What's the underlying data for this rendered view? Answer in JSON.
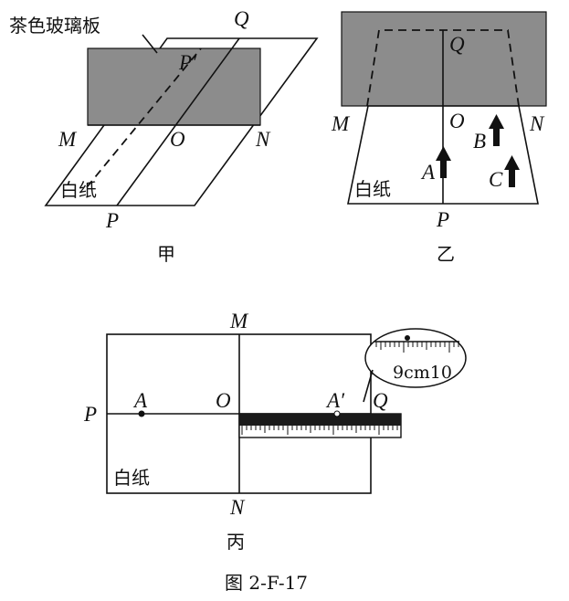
{
  "figure_jia": {
    "glass_label": "茶色玻璃板",
    "label_Q": "Q",
    "label_P_prime": "P′",
    "label_M": "M",
    "label_O": "O",
    "label_N": "N",
    "paper_label": "白纸",
    "label_P": "P",
    "caption": "甲"
  },
  "figure_yi": {
    "label_Q": "Q",
    "label_M": "M",
    "label_O": "O",
    "label_N": "N",
    "label_A": "A",
    "label_B": "B",
    "label_C": "C",
    "paper_label": "白纸",
    "label_P": "P",
    "caption": "乙"
  },
  "figure_bing": {
    "label_M": "M",
    "label_P": "P",
    "label_A": "A",
    "label_O": "O",
    "label_A_prime": "A′",
    "label_Q": "Q",
    "magnifier_reading": "9cm10",
    "paper_label": "白纸",
    "label_N": "N",
    "caption": "丙"
  },
  "figure_caption": "图 2-F-17",
  "colors": {
    "glass": "#8c8c8c",
    "ink": "#111111",
    "ruler": "#1a1a1a"
  }
}
